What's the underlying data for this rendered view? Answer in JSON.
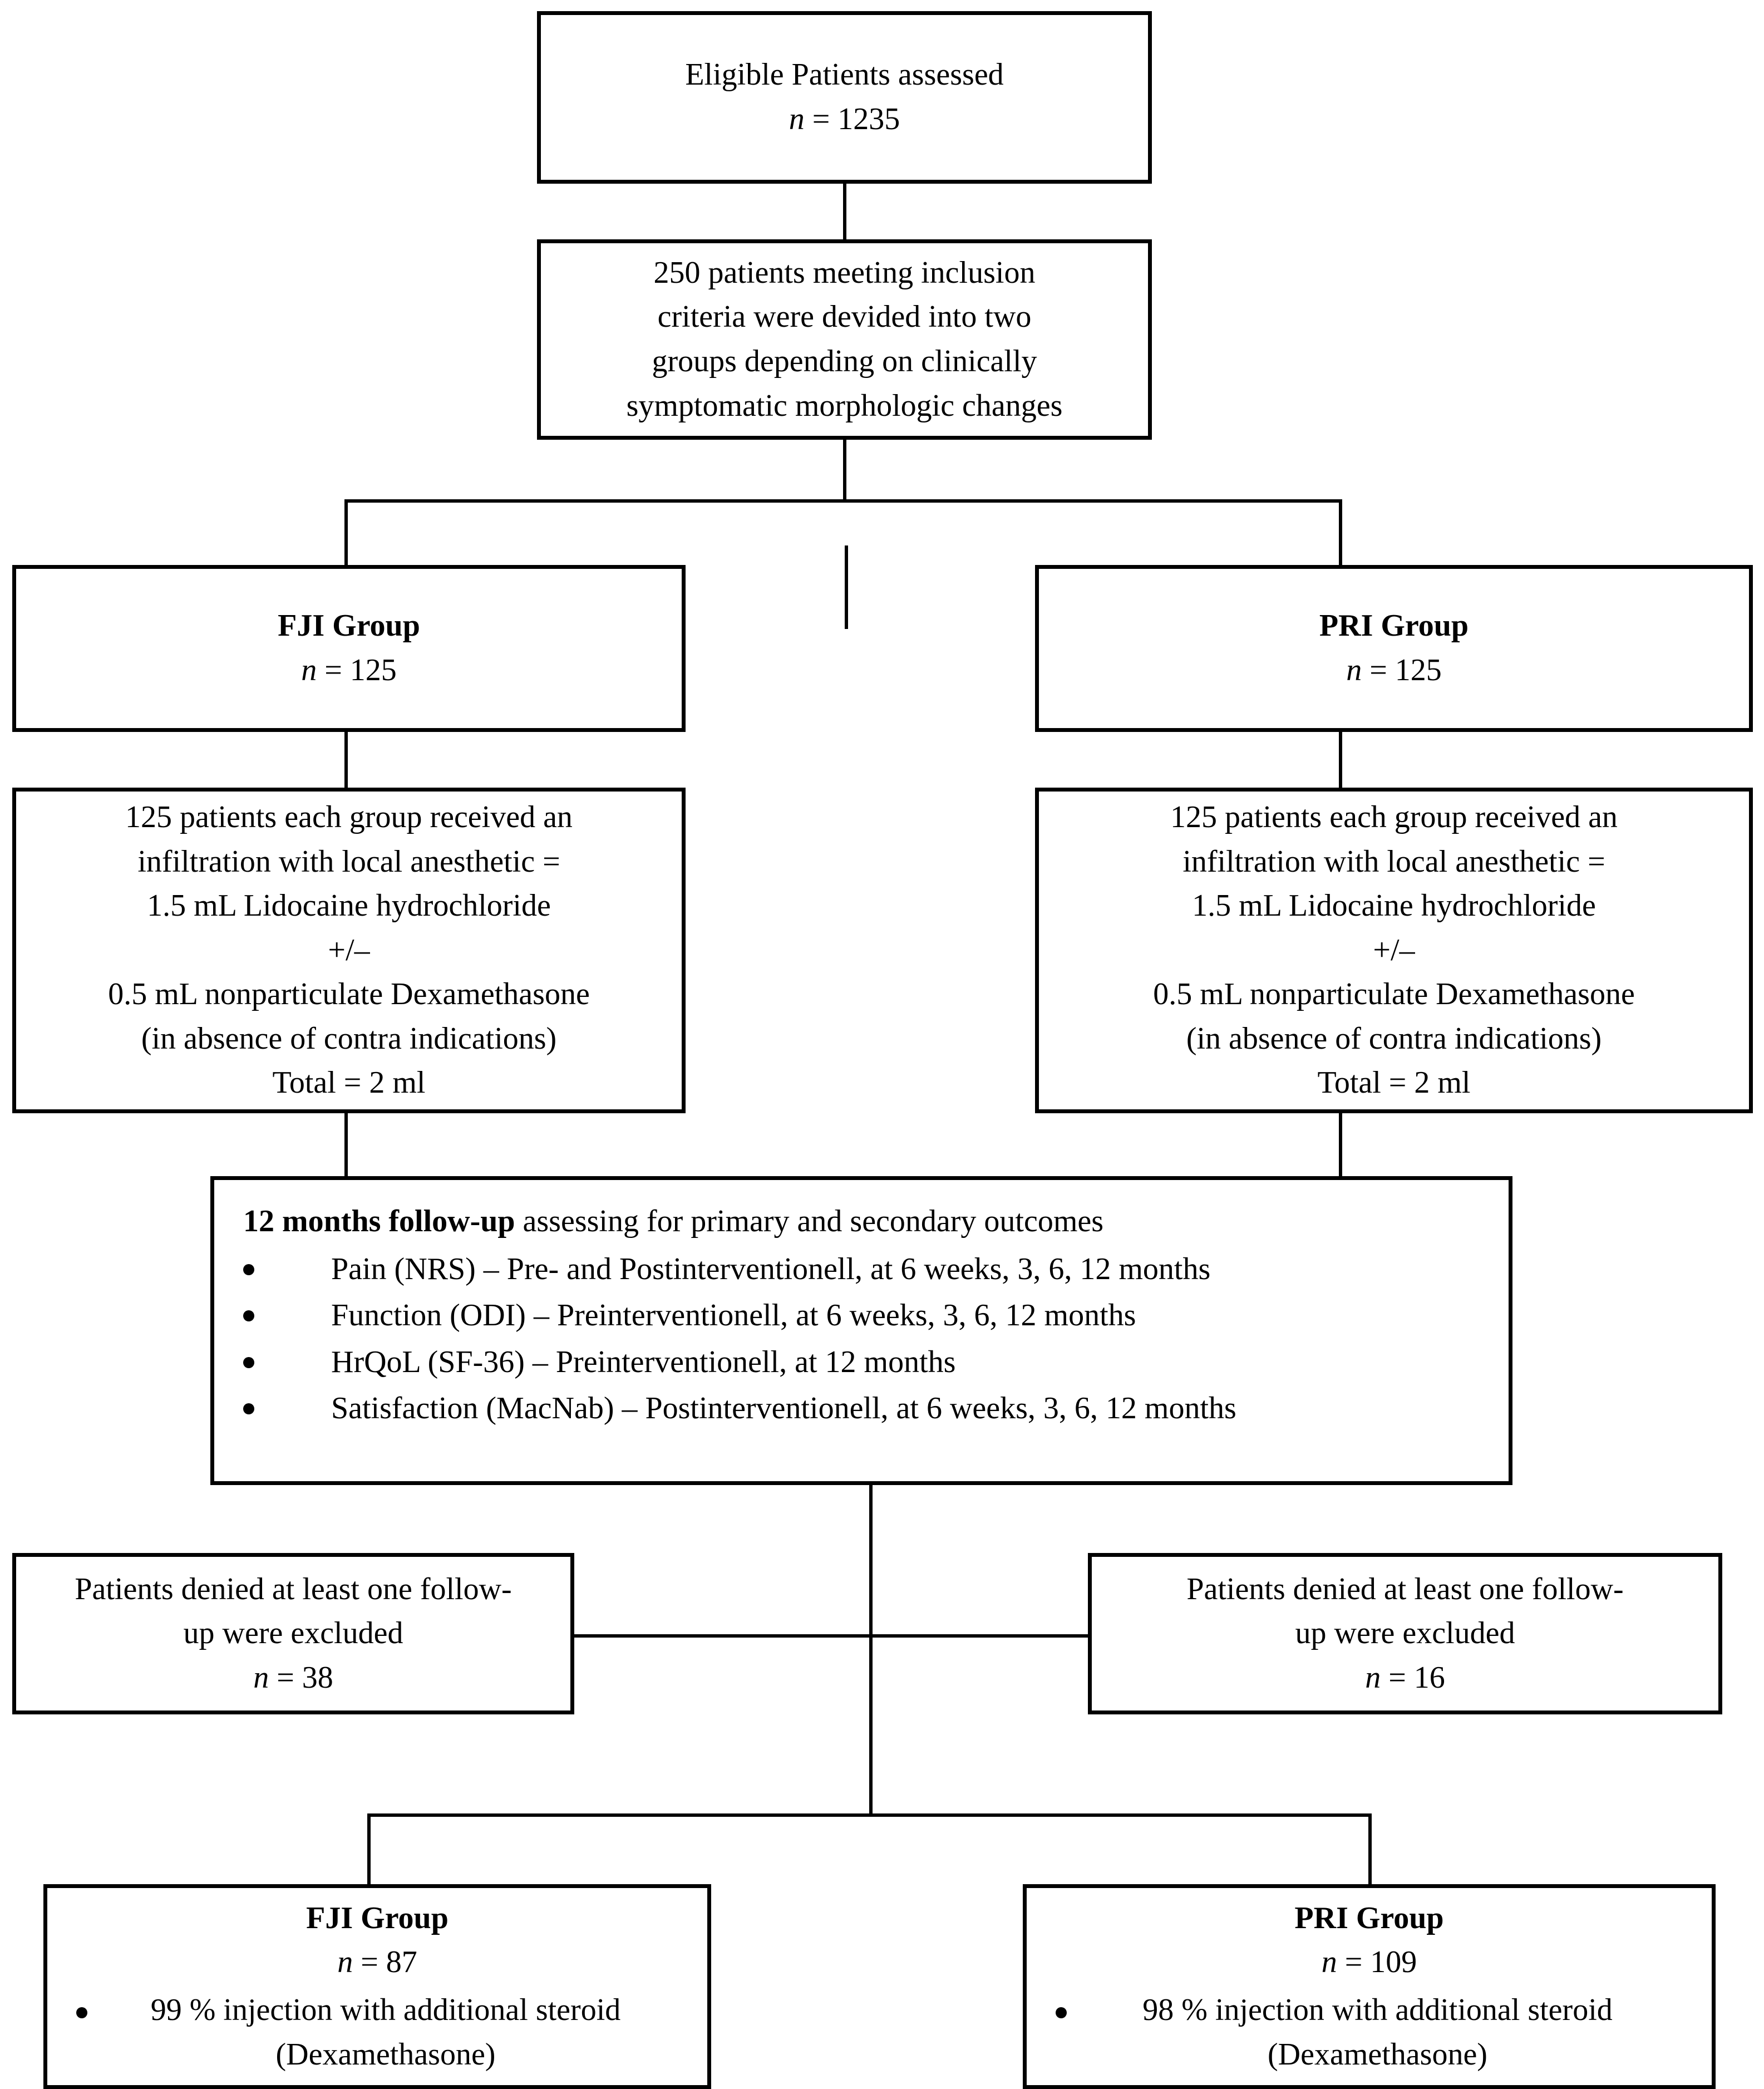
{
  "diagram": {
    "type": "consort-flow-diagram",
    "nodes": {
      "eligible": {
        "line1": "Eligible Patients assessed",
        "n_label": "n",
        "n_value": " = 1235"
      },
      "inclusion": {
        "line1": "250 patients meeting inclusion",
        "line2": "criteria were devided into two",
        "line3": "groups depending on clinically",
        "line4": "symptomatic morphologic changes"
      },
      "group_fji": {
        "title": "FJI Group",
        "n_label": "n",
        "n_value": " = 125"
      },
      "group_pri": {
        "title": "PRI Group",
        "n_label": "n",
        "n_value": " = 125"
      },
      "treatment_fji": {
        "line1": "125 patients each group received an",
        "line2": "infiltration with local anesthetic =",
        "line3": "1.5 mL Lidocaine hydrochloride",
        "line4": "+/–",
        "line5": "0.5 mL nonparticulate Dexamethasone",
        "line6": "(in absence of contra indications)",
        "line7": "Total = 2 ml"
      },
      "treatment_pri": {
        "line1": "125 patients each group received an",
        "line2": "infiltration with local anesthetic =",
        "line3": "1.5 mL Lidocaine hydrochloride",
        "line4": "+/–",
        "line5": "0.5 mL nonparticulate Dexamethasone",
        "line6": "(in absence of contra indications)",
        "line7": "Total = 2 ml"
      },
      "followup": {
        "header_bold": "12 months follow-up",
        "header_rest": " assessing for primary and secondary outcomes",
        "bullets": [
          "Pain (NRS) – Pre- and Postinterventionell, at 6 weeks, 3, 6, 12 months",
          "Function (ODI) – Preinterventionell, at 6 weeks, 3, 6, 12 months",
          "HrQoL (SF-36) – Preinterventionell, at 12 months",
          "Satisfaction (MacNab) – Postinterventionell, at 6 weeks, 3, 6, 12 months"
        ]
      },
      "excluded_left": {
        "line1": "Patients denied at least one follow-",
        "line2": "up were excluded",
        "n_label": "n",
        "n_value": " = 38"
      },
      "excluded_right": {
        "line1": "Patients denied at least one follow-",
        "line2": "up were excluded",
        "n_label": "n",
        "n_value": " = 16"
      },
      "final_fji": {
        "title": "FJI Group",
        "n_label": "n",
        "n_value": " = 87",
        "bullet": "99 % injection with additional steroid (Dexamethasone)"
      },
      "final_pri": {
        "title": "PRI Group",
        "n_label": "n",
        "n_value": " = 109",
        "bullet": "98 % injection with additional steroid (Dexamethasone)"
      }
    },
    "colors": {
      "stroke": "#000000",
      "background": "#ffffff",
      "text": "#000000"
    }
  }
}
